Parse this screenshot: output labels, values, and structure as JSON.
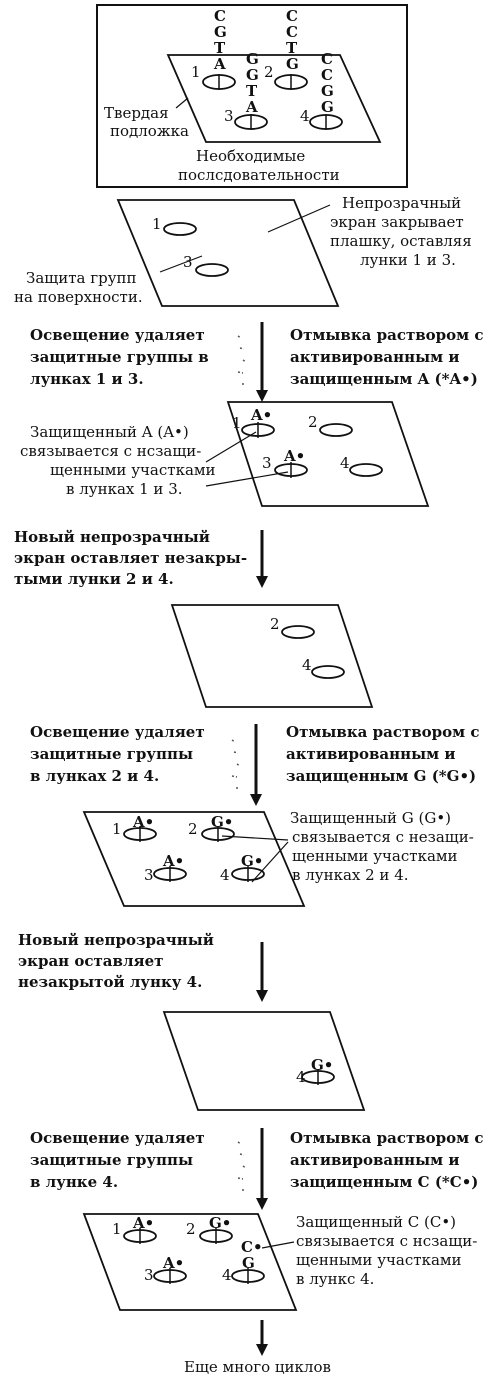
{
  "top_panel": {
    "well_1_bases": [
      "C",
      "G",
      "T",
      "A"
    ],
    "well_2_bases": [
      "C",
      "C",
      "T",
      "G"
    ],
    "well_3_bases": [
      "G",
      "G",
      "T",
      "A"
    ],
    "well_4_bases": [
      "C",
      "C",
      "G",
      "G"
    ],
    "well_numbers": [
      "1",
      "2",
      "3",
      "4"
    ],
    "support_label_1": "Твердая",
    "support_label_2": "подложка",
    "caption_1": "Необходимые",
    "caption_2": "послсдовательности"
  },
  "step1": {
    "screen_text": [
      "Непрозрачный",
      "экран закрывает",
      "плашку, оставляя",
      "лунки 1 и 3."
    ],
    "protect_text": [
      "Защита групп",
      "на поверхности."
    ],
    "well_numbers": [
      "1",
      "3"
    ]
  },
  "step2": {
    "left_text": [
      "Освещение удаляет",
      "защитные группы в",
      "лунках 1 и 3."
    ],
    "right_text": [
      "Отмывка раствором с",
      "активированным и",
      "защищенным  A (*A•)"
    ]
  },
  "step3": {
    "bind_text": [
      "Защищенный A (A•)",
      "связывается с нсзащи-",
      "щенными участками",
      "в лунках 1 и 3."
    ],
    "well_numbers": [
      "1",
      "2",
      "3",
      "4"
    ],
    "base": "A•"
  },
  "step4": {
    "text": [
      "Новый непрозрачный",
      "экран оставляет незакры-",
      "тыми лунки 2 и 4."
    ],
    "well_numbers": [
      "2",
      "4"
    ]
  },
  "step5": {
    "left_text": [
      "Освещение удаляет",
      "защитные группы",
      "в лунках 2 и 4."
    ],
    "right_text": [
      "Отмывка раствором с",
      "активированным и",
      "защищенным  G (*G•)"
    ]
  },
  "step6": {
    "bind_text": [
      "Защищенный G (G•)",
      "связывается с незащи-",
      "щенными участками",
      "в лунках 2 и 4."
    ],
    "well_numbers": [
      "1",
      "2",
      "3",
      "4"
    ],
    "base_a": "A•",
    "base_g": "G•"
  },
  "step7": {
    "text": [
      "Новый непрозрачный",
      "экран оставляет",
      "незакрытой лунку 4."
    ],
    "well_number": "4",
    "base_g": "G•"
  },
  "step8": {
    "left_text": [
      "Освещение удаляет",
      "защитные группы",
      "в лунке 4."
    ],
    "right_text": [
      "Отмывка раствором с",
      "активированным и",
      "защищенным C (*C•)"
    ]
  },
  "step9": {
    "bind_text": [
      "Защищенный C (C•)",
      "связывается с нсзащи-",
      "щенными участками",
      "в лункс 4."
    ],
    "well_numbers": [
      "1",
      "2",
      "3",
      "4"
    ],
    "base_a": "A•",
    "base_g": "G•",
    "base_c": "C•",
    "base_g_plain": "G"
  },
  "footer": "Еще много циклов",
  "colors": {
    "ink": "#111111",
    "background": "#ffffff"
  }
}
